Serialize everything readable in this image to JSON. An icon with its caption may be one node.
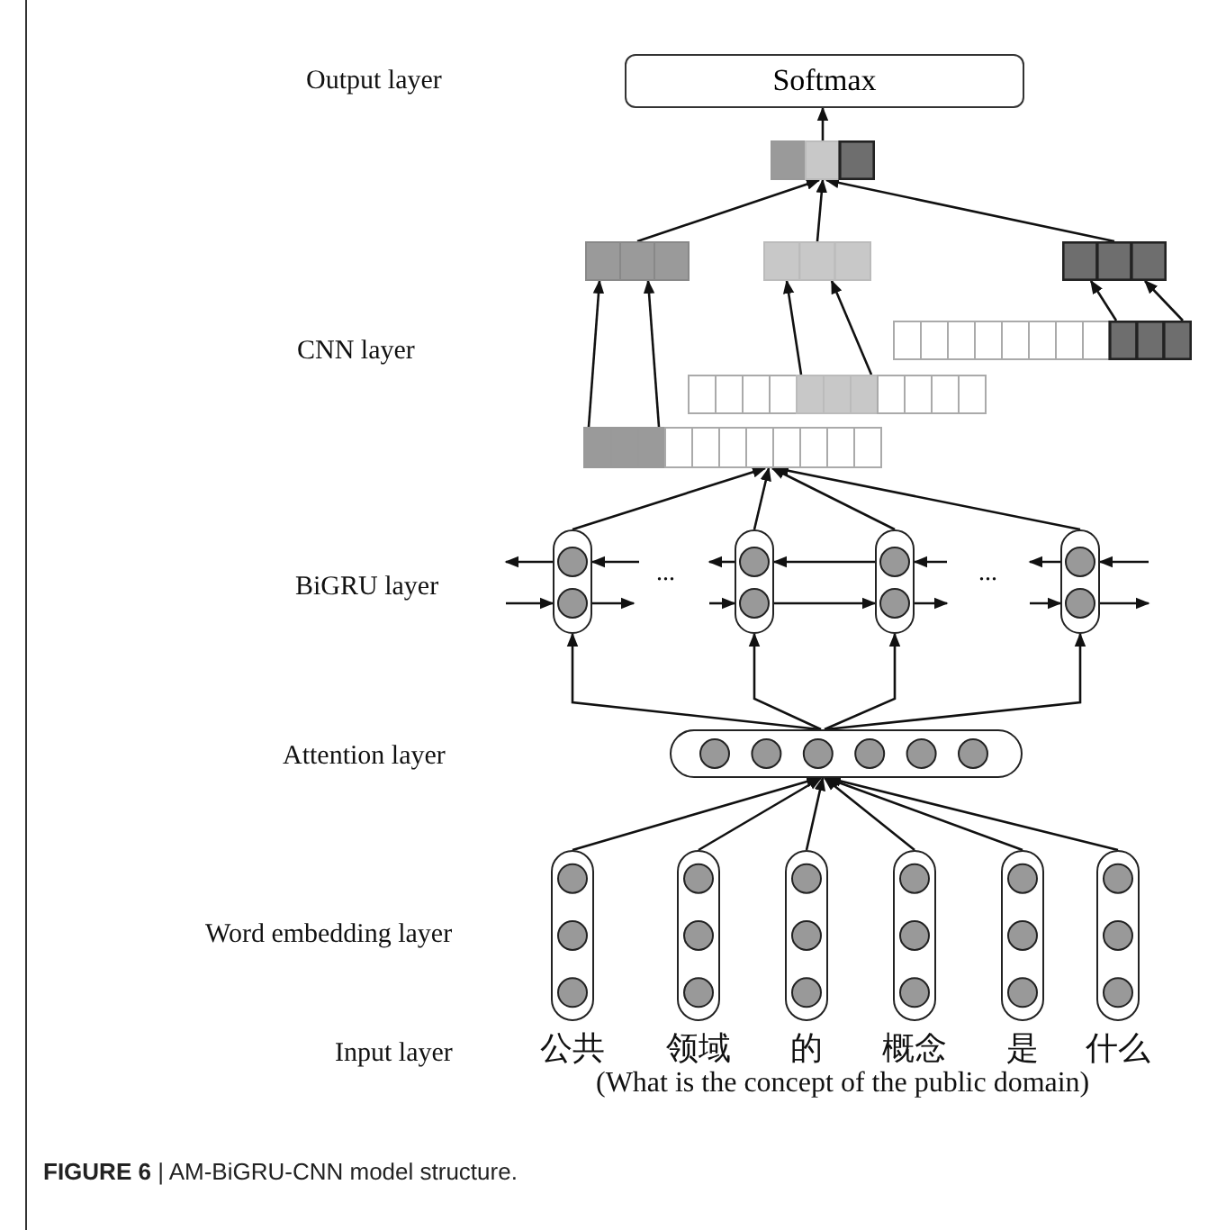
{
  "diagram": {
    "caption": "**FIGURE 6** | AM-BiGRU-CNN model structure.",
    "nodes": [
      {
        "text": [
          "Softmax"
        ]
      },
      {
        "text": [],
        "shape": "bar"
      },
      {
        "text": [],
        "shape": "bar"
      },
      {
        "text": [],
        "shape": "bar"
      },
      {
        "text": [],
        "shape": "bar"
      },
      {
        "text": [],
        "shape": "bar"
      },
      {
        "text": [],
        "shape": "bar"
      },
      {
        "text": [],
        "shape": "bar"
      },
      {
        "text": [],
        "shape": "capsule"
      },
      {
        "text": [],
        "shape": "capsule"
      },
      {
        "text": [],
        "shape": "capsule"
      },
      {
        "text": [],
        "shape": "capsule"
      },
      {
        "text": [],
        "shape": "capsule"
      },
      {
        "text": [],
        "shape": "capsule"
      },
      {
        "text": [],
        "shape": "capsule"
      },
      {
        "text": [],
        "shape": "capsule"
      },
      {
        "text": [],
        "shape": "capsule"
      },
      {
        "text": [],
        "shape": "capsule"
      },
      {
        "text": [],
        "shape": "capsule"
      }
    ],
    "edges": [
      {
        "from": 1,
        "to": 0,
        "arrow": "to"
      },
      {
        "from": 2,
        "to": 1,
        "arrow": "to"
      },
      {
        "from": 3,
        "to": 1,
        "arrow": "to"
      },
      {
        "from": 4,
        "to": 1,
        "arrow": "to"
      },
      {
        "from": 7,
        "to": 2,
        "arrow": "to"
      },
      {
        "from": 7,
        "to": 2,
        "arrow": "to"
      },
      {
        "from": 6,
        "to": 3,
        "arrow": "to"
      },
      {
        "from": 6,
        "to": 3,
        "arrow": "to"
      },
      {
        "from": 5,
        "to": 4,
        "arrow": "to"
      },
      {
        "from": 5,
        "to": 4,
        "arrow": "to"
      },
      {
        "from": 8,
        "to": 7,
        "arrow": "to"
      },
      {
        "from": 9,
        "to": 7,
        "arrow": "to"
      },
      {
        "from": 10,
        "to": 7,
        "arrow": "to"
      },
      {
        "from": 11,
        "to": 7,
        "arrow": "to"
      },
      {
        "from": 12,
        "to": 8,
        "arrow": "to"
      },
      {
        "from": 12,
        "to": 9,
        "arrow": "to"
      },
      {
        "from": 12,
        "to": 10,
        "arrow": "to"
      },
      {
        "from": 12,
        "to": 11,
        "arrow": "to"
      },
      {
        "from": 13,
        "to": 12,
        "arrow": "to"
      },
      {
        "from": 14,
        "to": 12,
        "arrow": "to"
      },
      {
        "from": 15,
        "to": 12,
        "arrow": "to"
      },
      {
        "from": 16,
        "to": 12,
        "arrow": "to"
      },
      {
        "from": 17,
        "to": 12,
        "arrow": "to"
      },
      {
        "from": 18,
        "to": 12,
        "arrow": "to"
      },
      {
        "from": 8,
        "to": null,
        "arrow": "to"
      },
      {
        "from": null,
        "to": 8,
        "arrow": "to"
      },
      {
        "from": null,
        "to": 8,
        "arrow": "to"
      },
      {
        "from": 8,
        "to": null,
        "arrow": "to"
      },
      {
        "from": 9,
        "to": null,
        "arrow": "to"
      },
      {
        "from": null,
        "to": 9,
        "arrow": "to"
      },
      {
        "from": 10,
        "to": 9,
        "arrow": "to"
      },
      {
        "from": 9,
        "to": 10,
        "arrow": "to"
      },
      {
        "from": null,
        "to": 10,
        "arrow": "to"
      },
      {
        "from": 10,
        "to": null,
        "arrow": "to"
      },
      {
        "from": 11,
        "to": null,
        "arrow": "to"
      },
      {
        "from": null,
        "to": 11,
        "arrow": "to"
      },
      {
        "from": null,
        "to": 11,
        "arrow": "to"
      },
      {
        "from": 11,
        "to": null,
        "arrow": "to"
      }
    ],
    "labels": [
      "Output layer",
      "CNN layer",
      "BiGRU layer",
      "...",
      "...",
      "Attention layer",
      "Word embedding layer",
      "Input layer",
      "公共",
      "领域",
      "的",
      "概念",
      "是",
      "什么",
      "(What is the concept of the public domain)"
    ]
  }
}
